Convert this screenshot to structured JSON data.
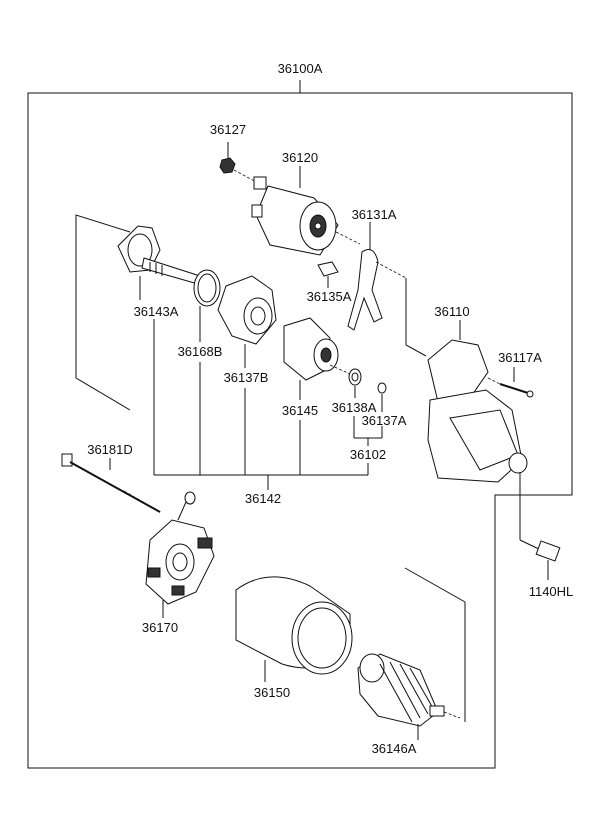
{
  "labels": {
    "assembly": "36100A",
    "p36127": "36127",
    "p36120": "36120",
    "p36131A": "36131A",
    "p36135A": "36135A",
    "p36143A": "36143A",
    "p36168B": "36168B",
    "p36137B": "36137B",
    "p36145": "36145",
    "p36138A": "36138A",
    "p36137A": "36137A",
    "p36102": "36102",
    "p36110": "36110",
    "p36117A": "36117A",
    "p36181D": "36181D",
    "p36142": "36142",
    "p36170": "36170",
    "p36150": "36150",
    "p36146A": "36146A",
    "p1140HL": "1140HL"
  }
}
